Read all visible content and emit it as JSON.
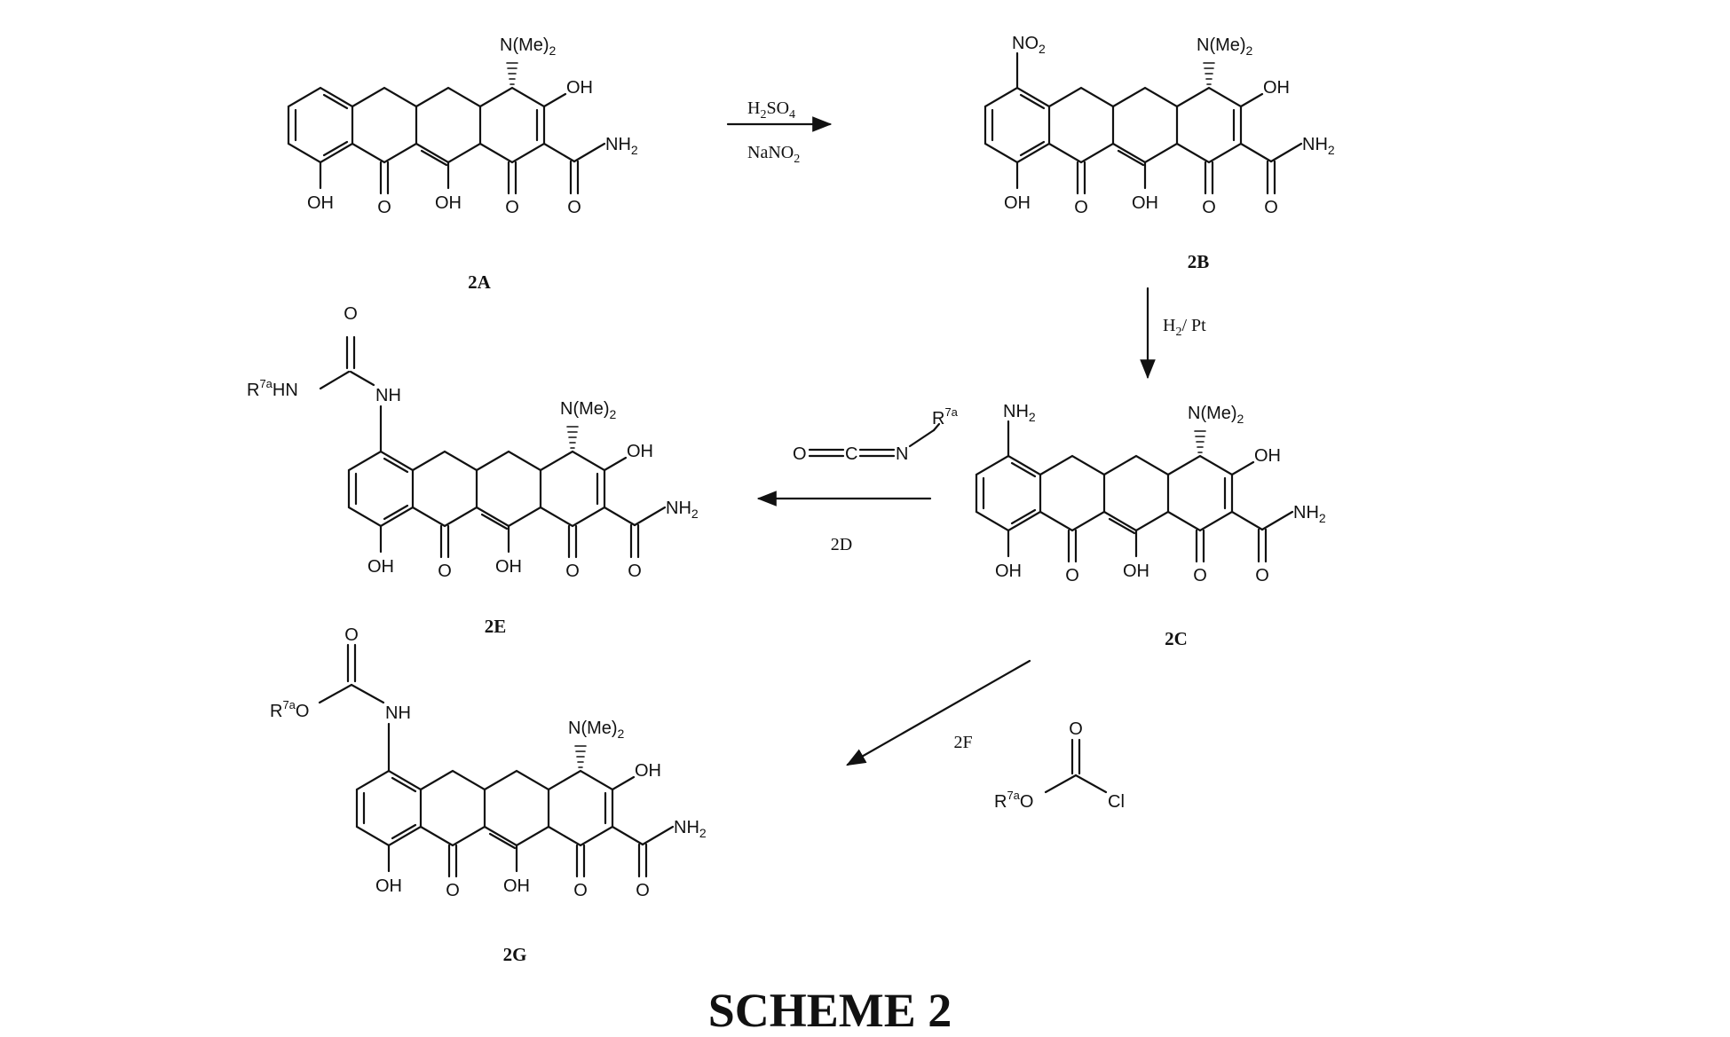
{
  "scheme_title": "SCHEME 2",
  "labels": {
    "nme2": "N(Me)",
    "sub2": "2",
    "oh": "OH",
    "o": "O",
    "nh2": "NH",
    "nh": "NH",
    "no2": "NO",
    "r7a": "R",
    "r7a_sup": "7a",
    "hn": "HN",
    "o_link": "O",
    "n": "N",
    "c": "C",
    "cl": "Cl"
  },
  "compounds": {
    "c2a": "2A",
    "c2b": "2B",
    "c2c": "2C",
    "c2e": "2E",
    "c2g": "2G"
  },
  "reagents": {
    "h2so4_a": "H",
    "h2so4_b": "2",
    "h2so4_c": "SO",
    "h2so4_d": "4",
    "nano2_a": "NaNO",
    "nano2_b": "2",
    "h2pt_a": "H",
    "h2pt_b": "2",
    "h2pt_c": "/ Pt",
    "d2": "2D",
    "f2": "2F"
  }
}
